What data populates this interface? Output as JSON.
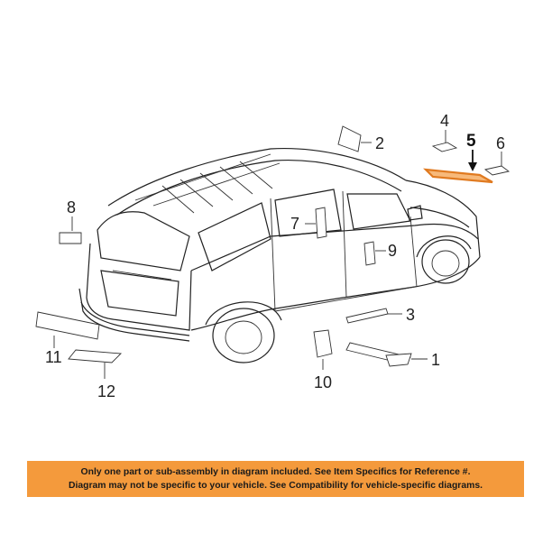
{
  "callouts": [
    "1",
    "2",
    "3",
    "4",
    "5",
    "6",
    "7",
    "8",
    "9",
    "10",
    "11",
    "12"
  ],
  "highlight_color": "#f49a3c",
  "notice": {
    "line1": "Only one part or sub-assembly in diagram included. See Item Specifics for Reference #.",
    "line2": "Diagram may not be specific to your vehicle. See Compatibility for vehicle-specific diagrams."
  }
}
